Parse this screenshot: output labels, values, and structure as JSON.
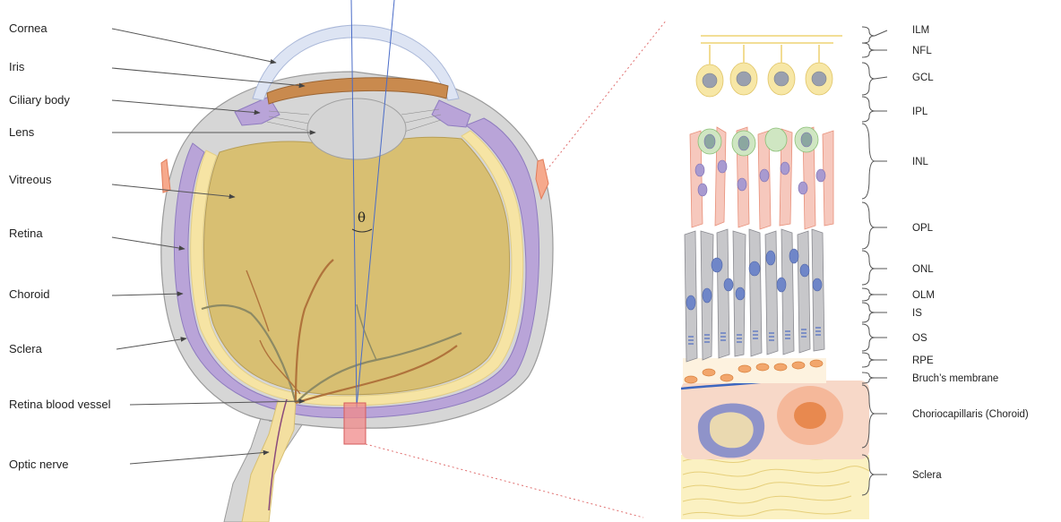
{
  "eye_labels": {
    "cornea": "Cornea",
    "iris": "Iris",
    "ciliary_body": "Ciliary body",
    "lens": "Lens",
    "vitreous": "Vitreous",
    "retina": "Retina",
    "choroid": "Choroid",
    "sclera": "Sclera",
    "retina_blood_vessel": "Retina blood vessel",
    "optic_nerve": "Optic nerve"
  },
  "angle_symbol": "θ",
  "layer_labels": {
    "ilm": "ILM",
    "nfl": "NFL",
    "gcl": "GCL",
    "ipl": "IPL",
    "inl": "INL",
    "opl": "OPL",
    "onl": "ONL",
    "olm": "OLM",
    "is": "IS",
    "os": "OS",
    "rpe": "RPE",
    "bruchs": "Bruch’s membrane",
    "choriocapillaris": "Choriocapillaris (Choroid)",
    "sclera": "Sclera"
  },
  "colors": {
    "vitreous": "#d8bf72",
    "retina": "#f6e4a4",
    "choroid": "#b9a4d8",
    "sclera": "#d6d6d6",
    "cornea": "#dde4f3",
    "iris": "#c98a4e",
    "optic_nerve": "#f3dfa0",
    "ganglion": "#f7e7a6",
    "bipolar": "#f0b2a4",
    "photoreceptor": "#c7c7ca",
    "nucleus": "#8898cc",
    "rpe": "#f2a66c",
    "bruchs": "#3c67c0",
    "choroid_layer": "#f7d8c8",
    "inset_box": "#f08a8a"
  }
}
